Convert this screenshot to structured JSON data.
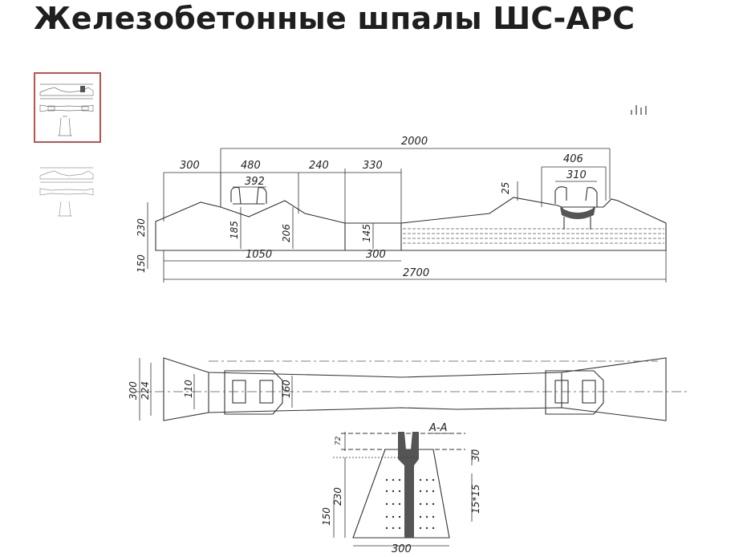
{
  "page": {
    "title": "Железобетонные шпалы ШС-АРС"
  },
  "icons": {
    "stats": "bar-chart-icon"
  },
  "drawing": {
    "side_view": {
      "dims": [
        "2000",
        "300",
        "480",
        "392",
        "240",
        "330",
        "406",
        "310",
        "25",
        "230",
        "185",
        "206",
        "145",
        "150",
        "1050",
        "300",
        "2700"
      ]
    },
    "top_view": {
      "dims": [
        "300",
        "224",
        "110",
        "160"
      ]
    },
    "section": {
      "label": "А-А",
      "dims": [
        "72",
        "30",
        "230",
        "150",
        "15*15",
        "300"
      ]
    }
  }
}
